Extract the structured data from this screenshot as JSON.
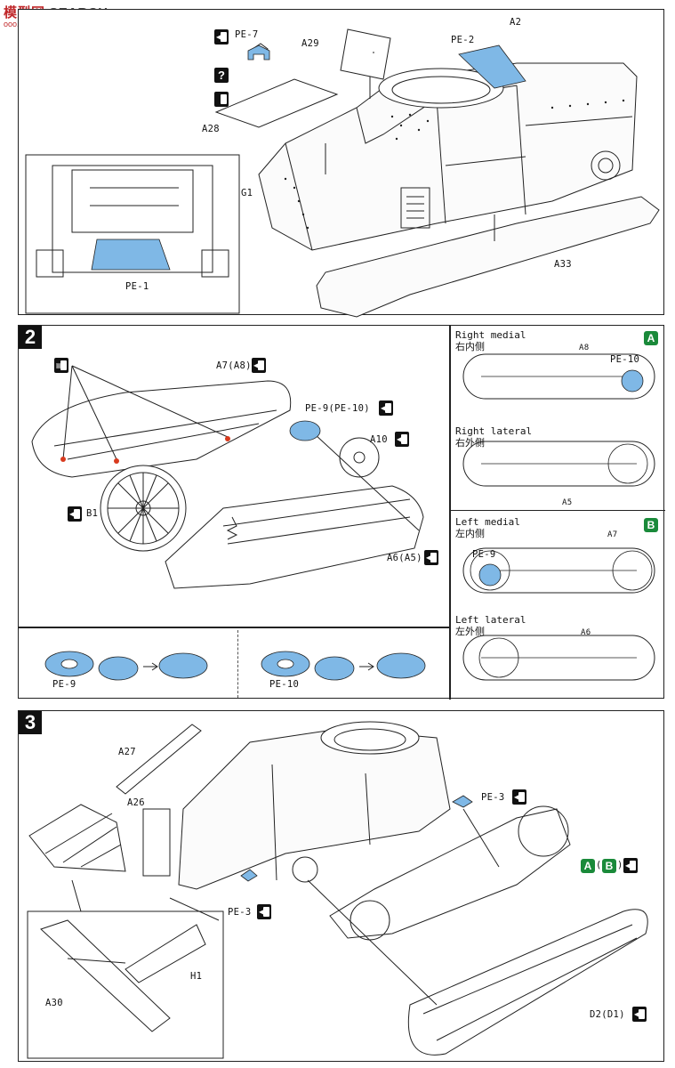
{
  "watermark": {
    "site": "SEARCH",
    "cn": "模型网",
    "url": "ooo.com.cn"
  },
  "step1": {
    "labels": {
      "pe7": "PE-7",
      "a29": "A29",
      "pe2": "PE-2",
      "a2": "A2",
      "a28": "A28",
      "g1": "G1",
      "a33": "A33",
      "pe1": "PE-1"
    },
    "question_mark": "?"
  },
  "step2": {
    "number": "2",
    "labels": {
      "a7a8": "A7(A8)",
      "pe9pe10": "PE-9(PE-10)",
      "a10": "A10",
      "b1": "B1",
      "a6a5": "A6(A5)",
      "pe9": "PE-9",
      "pe10": "PE-10"
    },
    "right_medial": {
      "title_en": "Right medial",
      "title_cn": "右内侧",
      "tag": "A",
      "part": "A8",
      "pe": "PE-10"
    },
    "right_lateral": {
      "title_en": "Right lateral",
      "title_cn": "右外侧",
      "part": "A5"
    },
    "left_medial": {
      "title_en": "Left medial",
      "title_cn": "左内侧",
      "tag": "B",
      "part": "A7",
      "pe": "PE-9"
    },
    "left_lateral": {
      "title_en": "Left lateral",
      "title_cn": "左外侧",
      "part": "A6"
    }
  },
  "step3": {
    "number": "3",
    "labels": {
      "a27": "A27",
      "a26": "A26",
      "pe3_top": "PE-3",
      "pe3_bottom": "PE-3",
      "a_tag": "A",
      "b_tag": "B",
      "h1": "H1",
      "a30": "A30",
      "d2d1": "D2(D1)"
    }
  },
  "colors": {
    "photo_etch": "#7fb8e6",
    "tag_green": "#1a8a3a",
    "red_dot": "#d83a1e"
  }
}
